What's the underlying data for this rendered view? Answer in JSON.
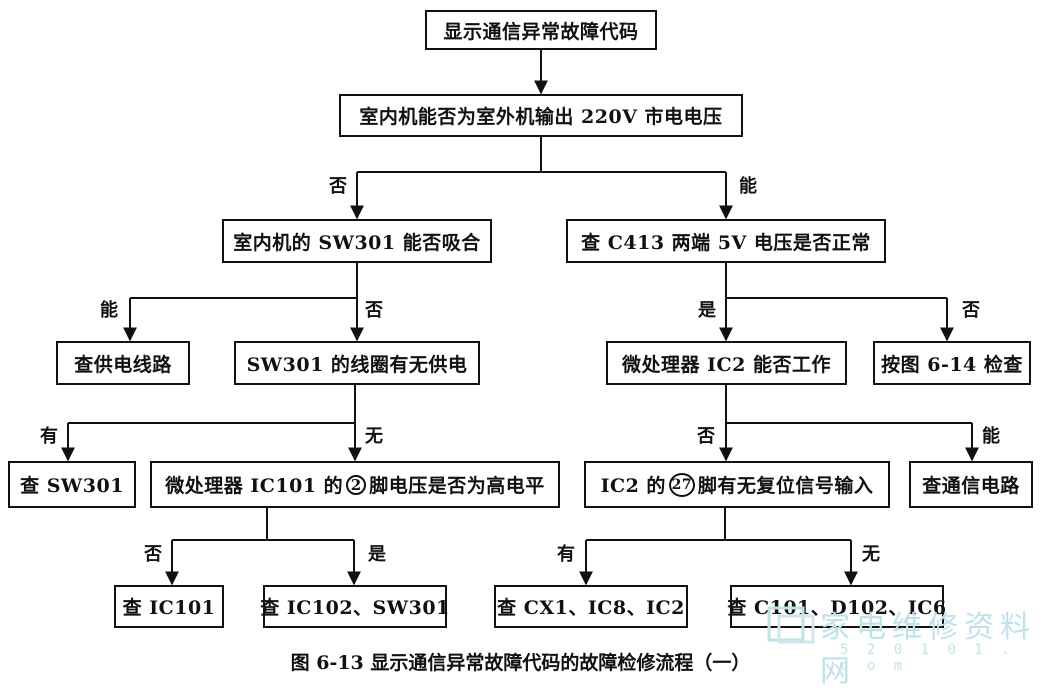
{
  "nodes": {
    "n1": "显示通信异常故障代码",
    "n2": "室内机能否为室外机输出 220V 市电电压",
    "n3": "室内机的 SW301 能否吸合",
    "n4": "查 C413 两端 5V 电压是否正常",
    "n5": "查供电线路",
    "n6": "SW301 的线圈有无供电",
    "n7": "微处理器 IC2 能否工作",
    "n8": "按图 6-14 检查",
    "n9": "查 SW301",
    "n10": {
      "pre": "微处理器 IC101 的",
      "pin": "2",
      "post": "脚电压是否为高电平"
    },
    "n11": {
      "pre": "IC2 的",
      "pin": "27",
      "post": "脚有无复位信号输入"
    },
    "n12": "查通信电路",
    "n13": "查 IC101",
    "n14": "查 IC102、SW301",
    "n15": "查 CX1、IC8、IC2",
    "n16": "查 C101、D102、IC6"
  },
  "labels": {
    "l_fou_1": "否",
    "l_neng_1": "能",
    "l_neng_2": "能",
    "l_fou_2": "否",
    "l_shi_1": "是",
    "l_fou_3": "否",
    "l_you_1": "有",
    "l_wu_1": "无",
    "l_fou_4": "否",
    "l_neng_3": "能",
    "l_fou_5": "否",
    "l_shi_2": "是",
    "l_you_2": "有",
    "l_wu_2": "无"
  },
  "caption": "图 6-13    显示通信异常故障代码的故障检修流程（一）",
  "watermark": {
    "text": "家电维修资料网",
    "url": "5 2 0 1 0 1 . c o m"
  },
  "colors": {
    "line": "#111111",
    "watermark": "#bfe2ea"
  }
}
